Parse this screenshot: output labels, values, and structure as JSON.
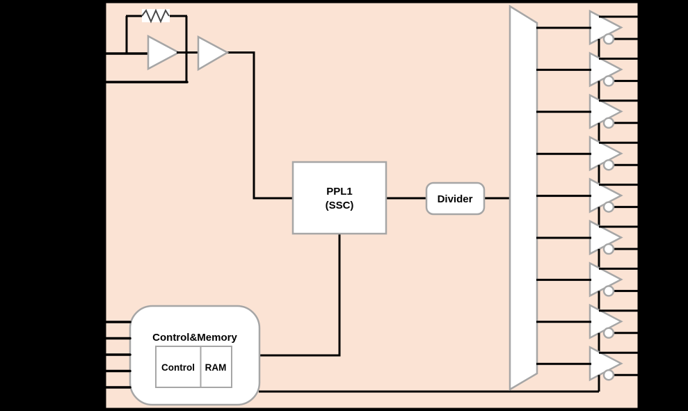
{
  "diagram": {
    "colors": {
      "background": "#000000",
      "chip_fill": "#FBE3D4",
      "chip_border": "#000000",
      "block_fill": "#FFFFFF",
      "block_border": "#A6A6A6",
      "wire": "#000000",
      "resistor": "#474747"
    },
    "blocks": {
      "pll": {
        "line1": "PPL1",
        "line2": "(SSC)"
      },
      "divider": {
        "label": "Divider"
      },
      "control_memory": {
        "title": "Control&Memory",
        "left": "Control",
        "right": "RAM"
      }
    },
    "pins": {
      "crystal_inputs": 2,
      "control_inputs": 5,
      "output_buffers": 9,
      "outputs_per_buffer": 2
    }
  }
}
